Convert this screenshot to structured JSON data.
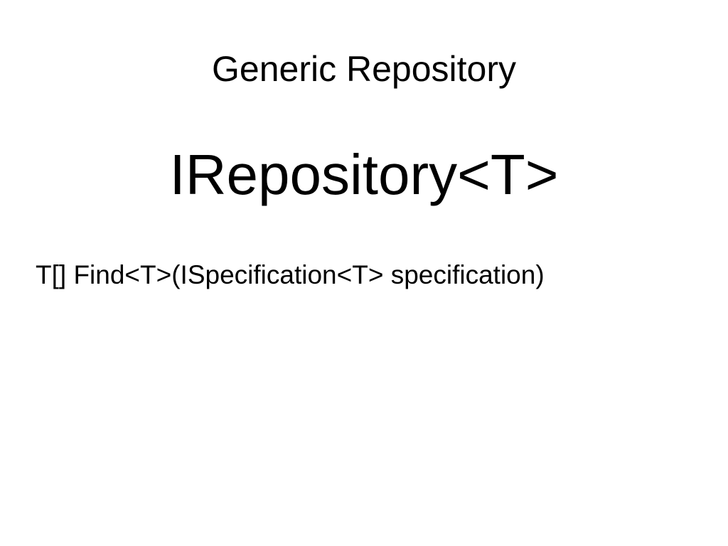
{
  "slide": {
    "title": "Generic Repository",
    "heading": "IRepository<T>",
    "body_line": "T[] Find<T>(ISpecification<T> specification)"
  }
}
